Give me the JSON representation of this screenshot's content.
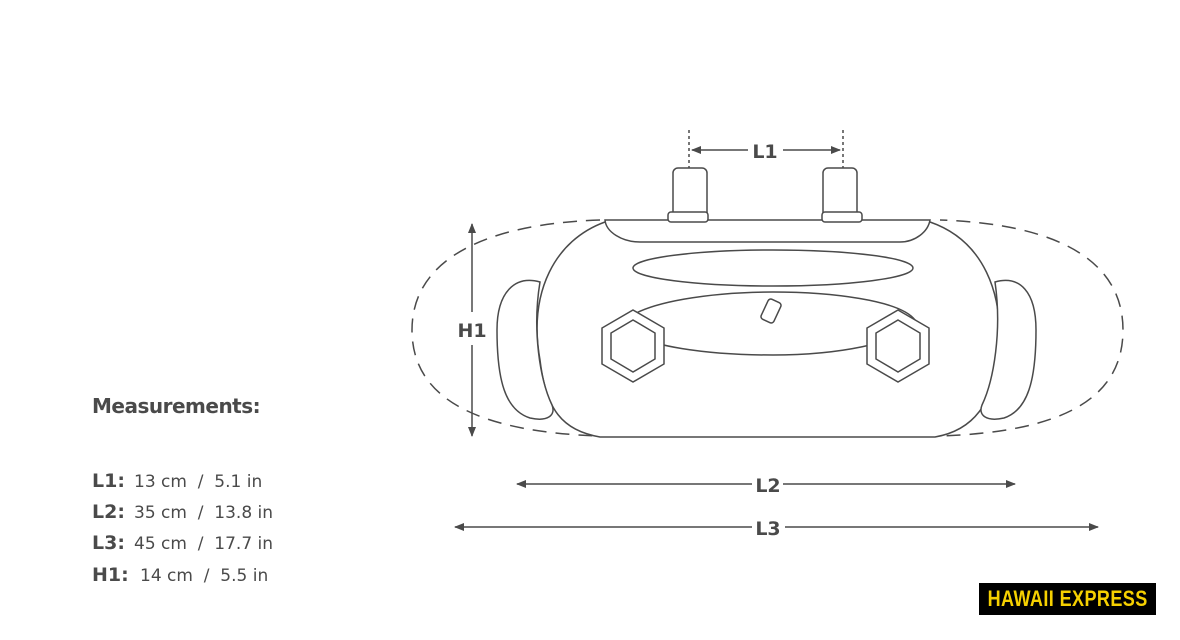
{
  "diagram": {
    "labels": {
      "l1": "L1",
      "l2": "L2",
      "l3": "L3",
      "h1": "H1"
    }
  },
  "measurements": {
    "title": "Measurements:",
    "rows": [
      {
        "key": "L1:",
        "value": "13 cm  /  5.1 in"
      },
      {
        "key": "L2:",
        "value": "35 cm  /  13.8 in"
      },
      {
        "key": "L3:",
        "value": "45 cm  /  17.7 in"
      },
      {
        "key": "H1:",
        "value": "14 cm  /  5.5 in"
      }
    ]
  },
  "brand": {
    "logo_text": "HAWAII EXPRESS",
    "logo_color": "#f5d000"
  }
}
